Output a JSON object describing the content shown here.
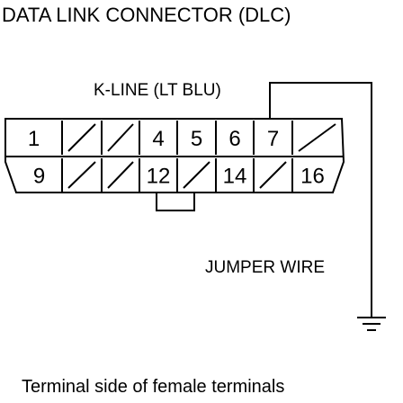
{
  "title": "DATA LINK CONNECTOR (DLC)",
  "kline_label": "K-LINE (LT BLU)",
  "jumper_label": "JUMPER WIRE",
  "caption": "Terminal side of female terminals",
  "connector": {
    "top_row": [
      "1",
      "",
      "",
      "4",
      "5",
      "6",
      "7",
      ""
    ],
    "bottom_row": [
      "9",
      "",
      "",
      "12",
      "",
      "14",
      "",
      "16"
    ]
  }
}
